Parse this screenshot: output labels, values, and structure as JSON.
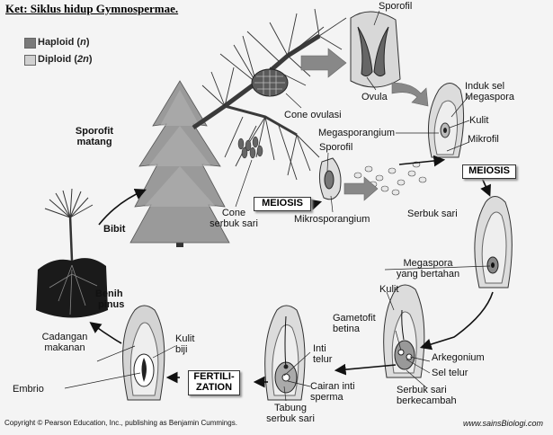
{
  "title": "Ket: Siklus hidup Gymnospermae.",
  "legend": [
    {
      "label": "Haploid",
      "symbol": "n",
      "color": "#7a7a7a"
    },
    {
      "label": "Diploid",
      "symbol": "2n",
      "color": "#d0d0d0"
    }
  ],
  "labels": {
    "sporofil_top": "Sporofil",
    "ovula": "Ovula",
    "cone_ovulasi": "Cone ovulasi",
    "megasporangium": "Megasporangium",
    "induk_sel_1": "Induk sel",
    "induk_sel_2": "Megaspora",
    "kulit_top": "Kulit",
    "mikrofil": "Mikrofil",
    "sporofit_1": "Sporofit",
    "sporofit_2": "matang",
    "sporofil_mid": "Sporofil",
    "cone_serbuk_1": "Cone",
    "cone_serbuk_2": "serbuk sari",
    "mikrosporangium": "Mikrosporangium",
    "serbuk_sari": "Serbuk sari",
    "bibit": "Bibit",
    "megaspora_1": "Megaspora",
    "megaspora_2": "yang bertahan",
    "benih_1": "Benih",
    "benih_2": "pinus",
    "kulit_mid": "Kulit",
    "gametofit_1": "Gametofit",
    "gametofit_2": "betina",
    "cadangan_1": "Cadangan",
    "cadangan_2": "makanan",
    "kulit_biji_1": "Kulit",
    "kulit_biji_2": "biji",
    "inti_telur_1": "Inti",
    "inti_telur_2": "telur",
    "arkegonium": "Arkegonium",
    "sel_telur": "Sel telur",
    "embrio": "Embrio",
    "cairan_1": "Cairan inti",
    "cairan_2": "sperma",
    "tabung_1": "Tabung",
    "tabung_2": "serbuk sari",
    "serbuk_berkecambah_1": "Serbuk sari",
    "serbuk_berkecambah_2": "berkecambah"
  },
  "boxes": {
    "meiosis_left": "MEIOSIS",
    "meiosis_right": "MEIOSIS",
    "fertilization_1": "FERTILI-",
    "fertilization_2": "ZATION"
  },
  "footer": {
    "copyright": "Copyright © Pearson Education, Inc., publishing as Benjamin Cummings.",
    "website": "www.sainsBiologi.com"
  }
}
